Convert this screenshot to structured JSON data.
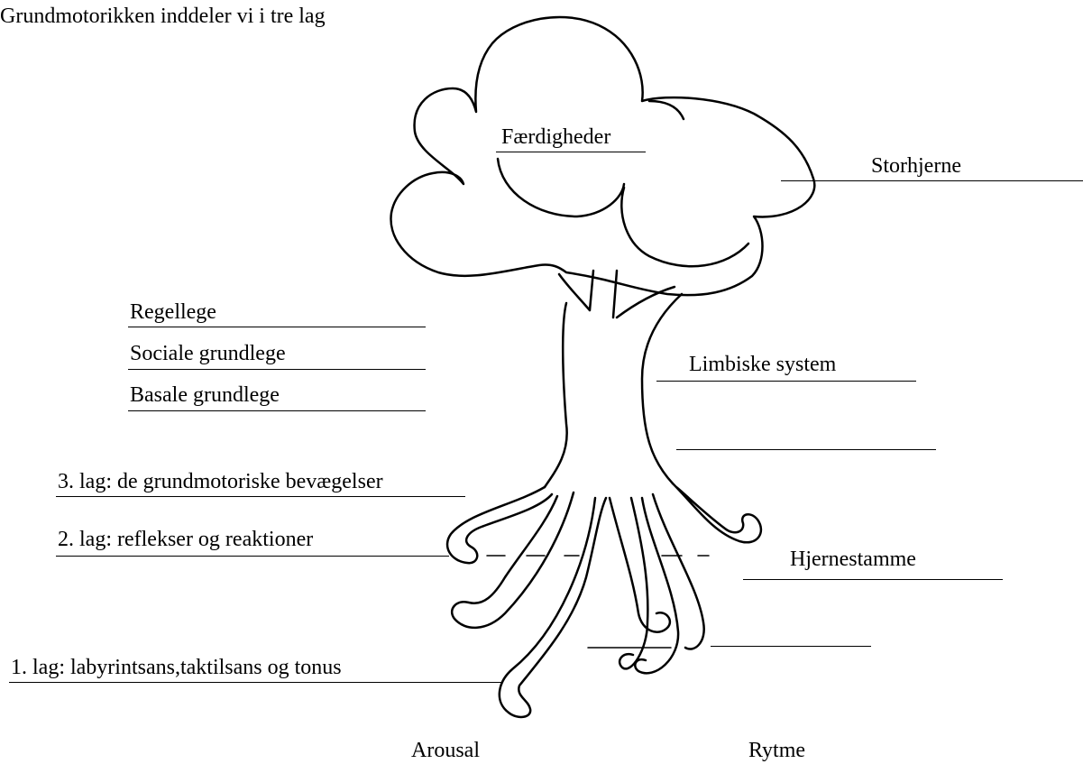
{
  "title": "Grundmotorikken inddeler vi i tre lag",
  "labels": {
    "faerdigheder": "Færdigheder",
    "storhjerne": "Storhjerne",
    "regellege": "Regellege",
    "sociale_grundlege": "Sociale grundlege",
    "basale_grundlege": "Basale grundlege",
    "limbiske_system": "Limbiske system",
    "lag3": "3. lag: de grundmotoriske bevægelser",
    "lag2": "2. lag: reflekser og reaktioner",
    "hjernestamme": "Hjernestamme",
    "lag1": "1. lag: labyrintsans,taktilsans og tonus",
    "arousal": "Arousal",
    "rytme": "Rytme"
  }
}
